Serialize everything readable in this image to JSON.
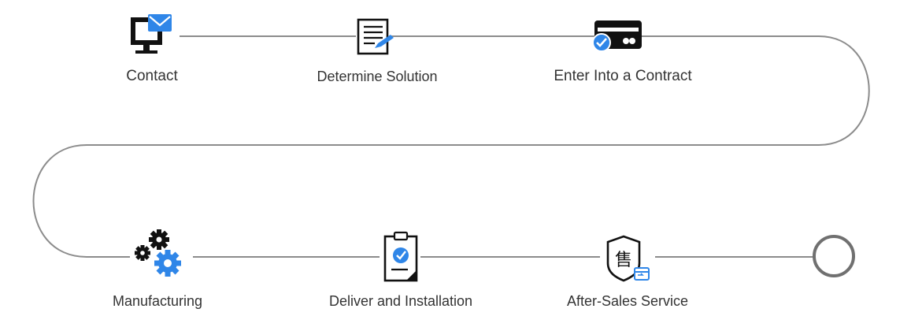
{
  "steps": [
    {
      "label": "Contact",
      "icon": "computer-mail-icon"
    },
    {
      "label": "Determine Solution",
      "icon": "document-pen-icon"
    },
    {
      "label": "Enter Into a Contract",
      "icon": "credit-card-check-icon"
    },
    {
      "label": "Manufacturing",
      "icon": "gears-icon"
    },
    {
      "label": "Deliver and Installation",
      "icon": "clipboard-check-icon"
    },
    {
      "label": "After-Sales Service",
      "icon": "shield-service-icon"
    }
  ],
  "service_glyph": "售",
  "colors": {
    "line": "#8c8c8c",
    "icon_dark": "#111111",
    "accent": "#2f86e8",
    "text": "#333333",
    "end_circle": "#707070"
  }
}
